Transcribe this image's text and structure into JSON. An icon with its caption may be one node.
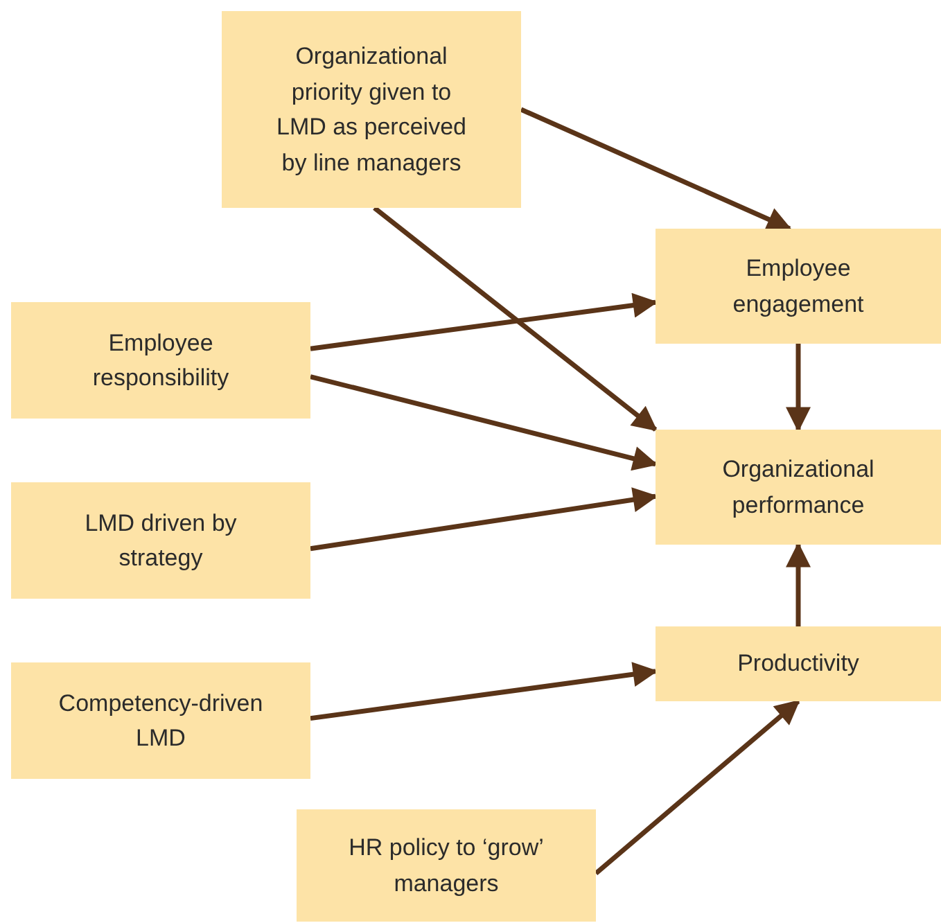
{
  "diagram": {
    "nodes": [
      {
        "text": [
          "Organizational priority given to LMD as perceived by line managers"
        ]
      },
      {
        "text": [
          "Employee engagement"
        ]
      },
      {
        "text": [
          "Employee responsibility"
        ]
      },
      {
        "text": [
          "Organizational performance"
        ]
      },
      {
        "text": [
          "LMD driven by strategy"
        ]
      },
      {
        "text": [
          "Productivity"
        ]
      },
      {
        "text": [
          "Competency-driven LMD"
        ]
      },
      {
        "text": [
          "HR policy to ‘grow’ managers"
        ]
      }
    ],
    "edges": [
      {
        "from": 0,
        "to": 1,
        "arrow": "to"
      },
      {
        "from": 0,
        "to": 3,
        "arrow": "to"
      },
      {
        "from": 2,
        "to": 1,
        "arrow": "to"
      },
      {
        "from": 2,
        "to": 3,
        "arrow": "to"
      },
      {
        "from": 4,
        "to": 3,
        "arrow": "to"
      },
      {
        "from": 1,
        "to": 3,
        "arrow": "to"
      },
      {
        "from": 6,
        "to": 5,
        "arrow": "to"
      },
      {
        "from": 5,
        "to": 3,
        "arrow": "to"
      },
      {
        "from": 7,
        "to": 5,
        "arrow": "to"
      }
    ]
  }
}
